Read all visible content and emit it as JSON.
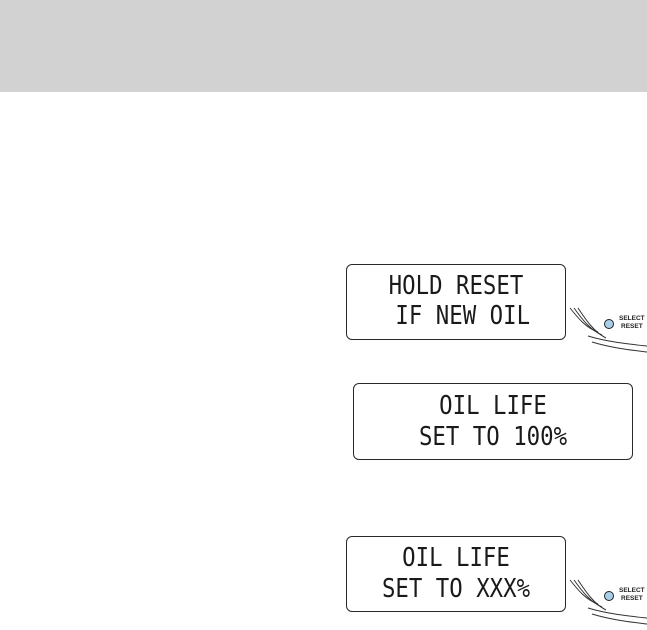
{
  "displays": [
    {
      "line1": "HOLD RESET",
      "line2": " IF NEW OIL"
    },
    {
      "line1": "OIL LIFE",
      "line2": "SET TO 100%"
    },
    {
      "line1": "OIL LIFE",
      "line2": "SET TO XXX%"
    }
  ],
  "button": {
    "label_top": "SELECT",
    "label_bottom": "RESET",
    "indicator_color": "#a9cfe8"
  },
  "colors": {
    "header_band": "#d2d2d2",
    "display_border": "#2a2a2a"
  }
}
